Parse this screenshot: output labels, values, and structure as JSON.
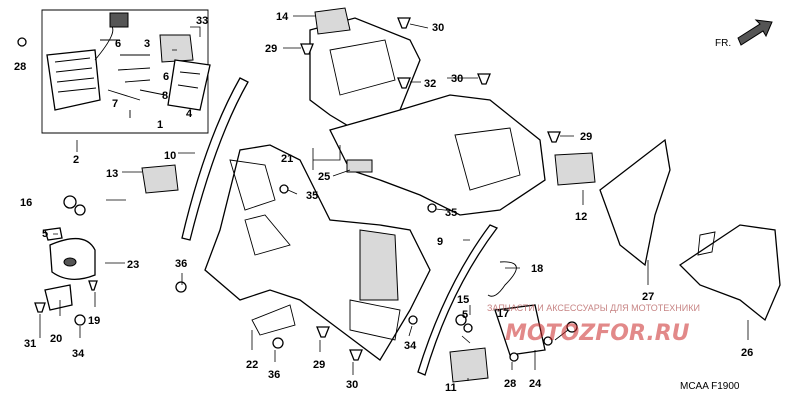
{
  "diagram": {
    "callouts": [
      "1",
      "2",
      "3",
      "4",
      "5",
      "6",
      "7",
      "8",
      "11",
      "12",
      "13",
      "14",
      "15",
      "16",
      "17",
      "18",
      "19",
      "20",
      "21",
      "22",
      "23",
      "24",
      "25",
      "26",
      "27",
      "28",
      "29",
      "30",
      "31",
      "32",
      "33",
      "34",
      "35",
      "36",
      "9",
      "10"
    ],
    "direction_label": "FR.",
    "diagram_code": "MCAA F1900",
    "watermark_text": "ЗАПЧАСТИ И АКСЕССУАРЫ ДЛЯ МОТОТЕХНИКИ",
    "watermark_logo": "MOTOZFOR.RU"
  }
}
